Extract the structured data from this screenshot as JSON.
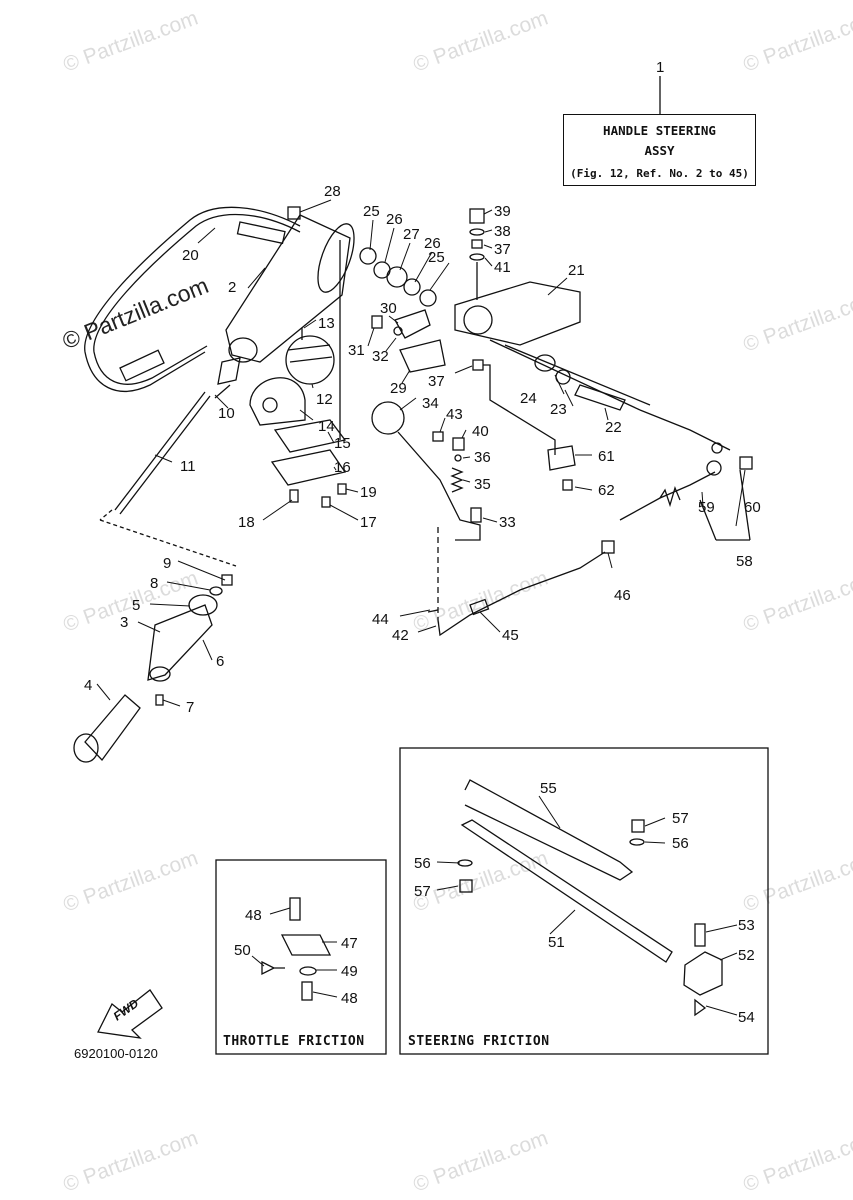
{
  "watermark": "© Partzilla.com",
  "main_watermark": "© Partzilla.com",
  "callout": {
    "line1": "HANDLE STEERING",
    "line2": "ASSY",
    "line3": "(Fig. 12, Ref. No. 2 to 45)"
  },
  "insets": {
    "throttle": "THROTTLE FRICTION",
    "steering": "STEERING FRICTION"
  },
  "fwd_label": "FWD",
  "diagram_code": "6920100-0120",
  "part_numbers": [
    "1",
    "2",
    "3",
    "4",
    "5",
    "6",
    "7",
    "8",
    "9",
    "10",
    "11",
    "12",
    "13",
    "14",
    "15",
    "16",
    "17",
    "18",
    "19",
    "20",
    "21",
    "22",
    "23",
    "24",
    "25",
    "25",
    "26",
    "26",
    "27",
    "28",
    "29",
    "30",
    "31",
    "32",
    "33",
    "34",
    "35",
    "36",
    "37",
    "37",
    "38",
    "39",
    "40",
    "41",
    "42",
    "43",
    "44",
    "45",
    "46",
    "47",
    "48",
    "48",
    "49",
    "50",
    "51",
    "52",
    "53",
    "54",
    "55",
    "56",
    "56",
    "57",
    "57",
    "58",
    "59",
    "60",
    "61",
    "62"
  ]
}
